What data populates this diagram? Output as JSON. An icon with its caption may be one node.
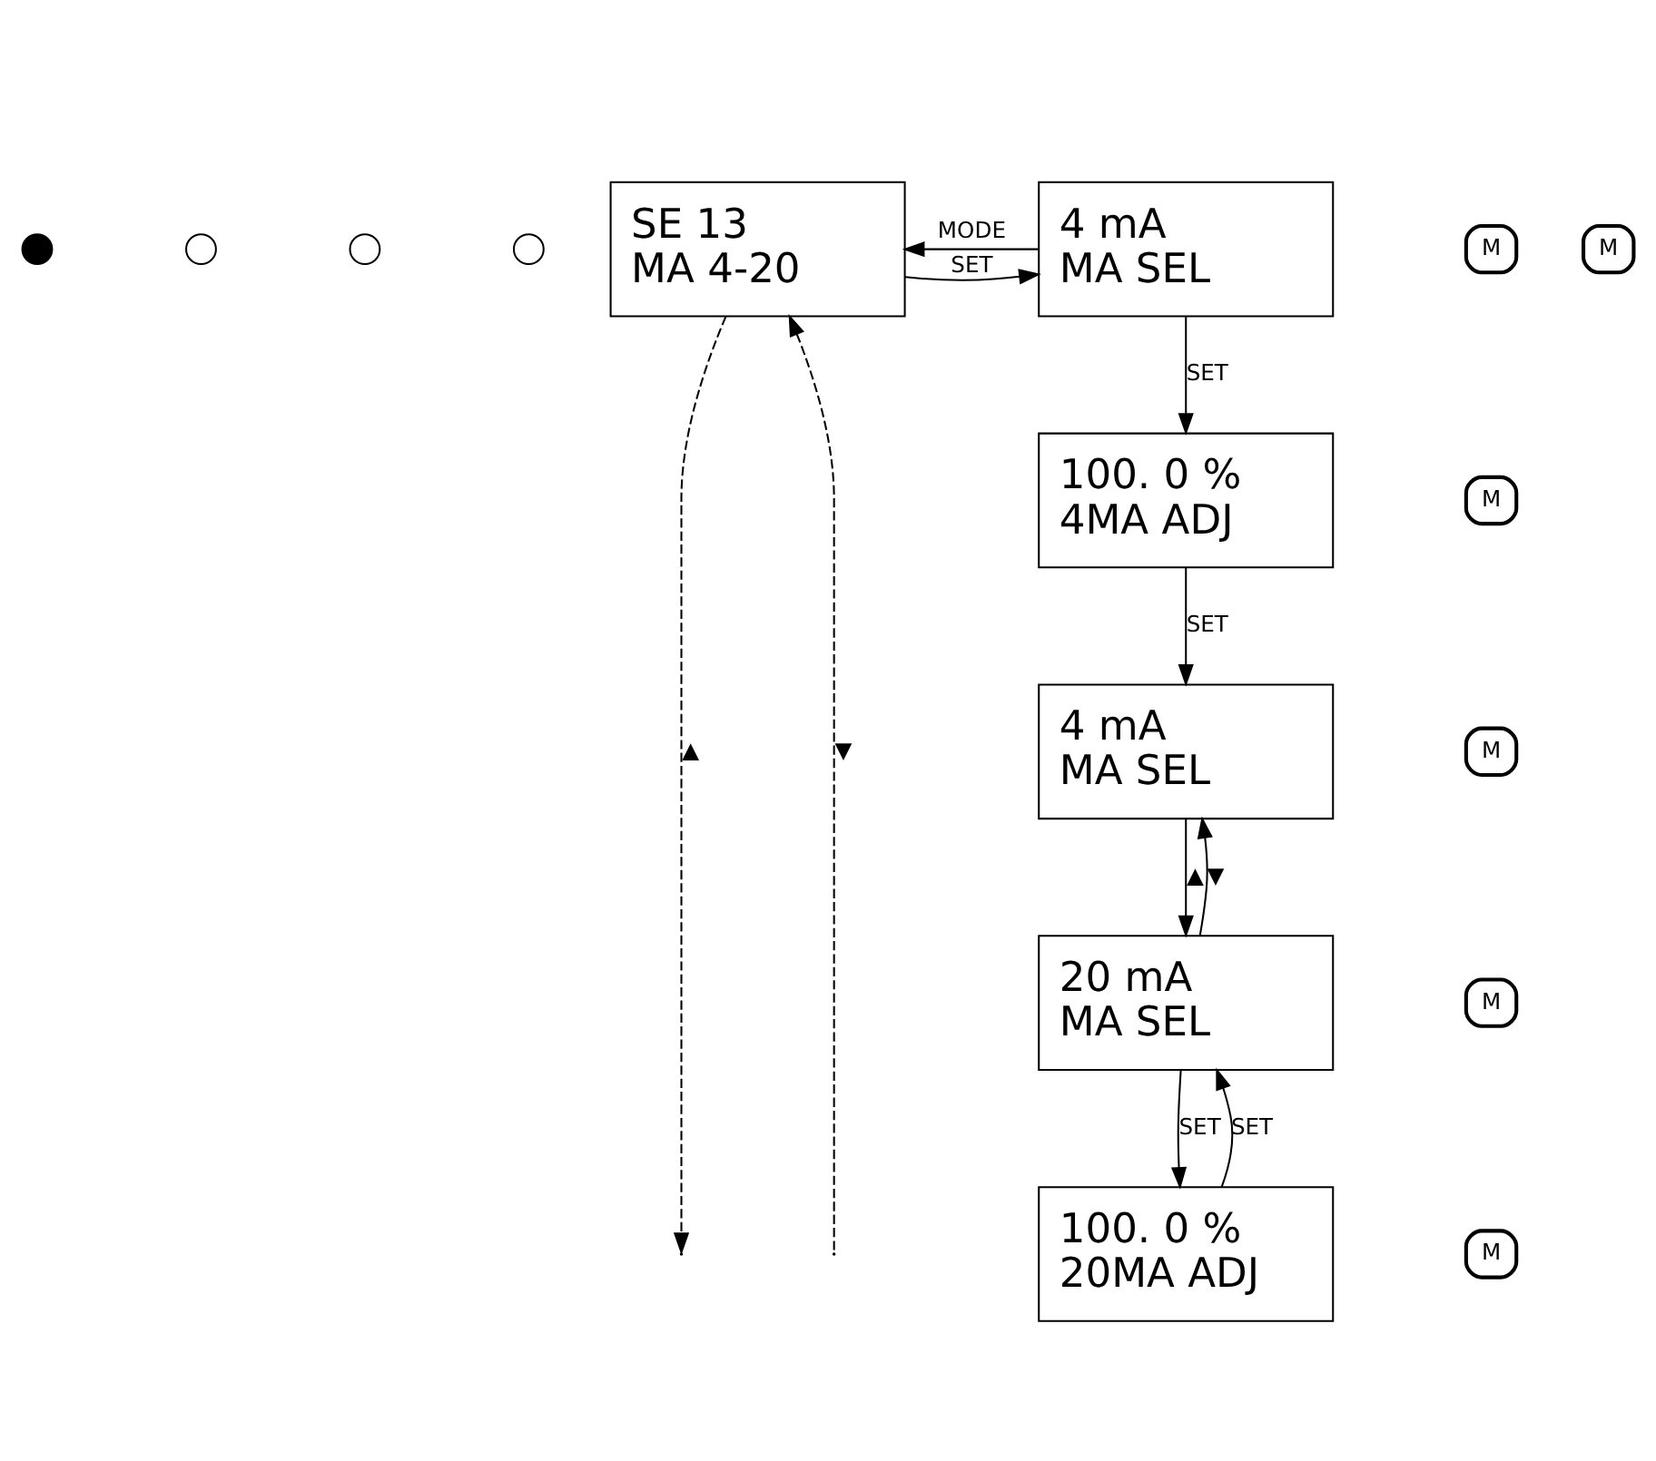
{
  "diagram": {
    "nodes": [
      {
        "text": [],
        "shape": "circle"
      },
      {
        "text": [],
        "shape": "circle"
      },
      {
        "text": [],
        "shape": "circle"
      },
      {
        "text": [],
        "shape": "circle"
      },
      {
        "text": [
          "SE 13",
          "MA 4-20"
        ]
      },
      {
        "text": [
          "M"
        ]
      },
      {
        "text": [
          "4 mA",
          "MA SEL"
        ]
      },
      {
        "text": [
          "M"
        ]
      },
      {
        "text": [
          "100. 0 %",
          "4MA ADJ"
        ]
      },
      {
        "text": [
          "M"
        ]
      },
      {
        "text": [
          "4 mA",
          "MA SEL"
        ]
      },
      {
        "text": [
          "M"
        ]
      },
      {
        "text": [
          "20 mA",
          "MA SEL"
        ]
      },
      {
        "text": [
          "M"
        ]
      },
      {
        "text": [
          "100. 0 %",
          "20MA ADJ"
        ]
      },
      {
        "text": [
          "M"
        ]
      }
    ],
    "edges": [
      {
        "from": 4,
        "to": 6,
        "arrow": "to",
        "label": "SET"
      },
      {
        "from": 6,
        "to": 4,
        "arrow": "to",
        "label": "MODE"
      },
      {
        "from": 6,
        "to": 8,
        "arrow": "to",
        "label": "SET"
      },
      {
        "from": 8,
        "to": 10,
        "arrow": "to",
        "label": "SET"
      },
      {
        "from": 10,
        "to": 12,
        "arrow": "to",
        "label": "▲"
      },
      {
        "from": 12,
        "to": 10,
        "arrow": "to",
        "label": "▼"
      },
      {
        "from": 12,
        "to": 14,
        "arrow": "to",
        "label": "SET"
      },
      {
        "from": 14,
        "to": 12,
        "arrow": "to",
        "label": "SET"
      },
      {
        "from": 4,
        "to": null,
        "arrow": "to",
        "label": "▲",
        "style": "dashed"
      },
      {
        "from": null,
        "to": 4,
        "arrow": "to",
        "label": "▼",
        "style": "dashed"
      }
    ]
  }
}
